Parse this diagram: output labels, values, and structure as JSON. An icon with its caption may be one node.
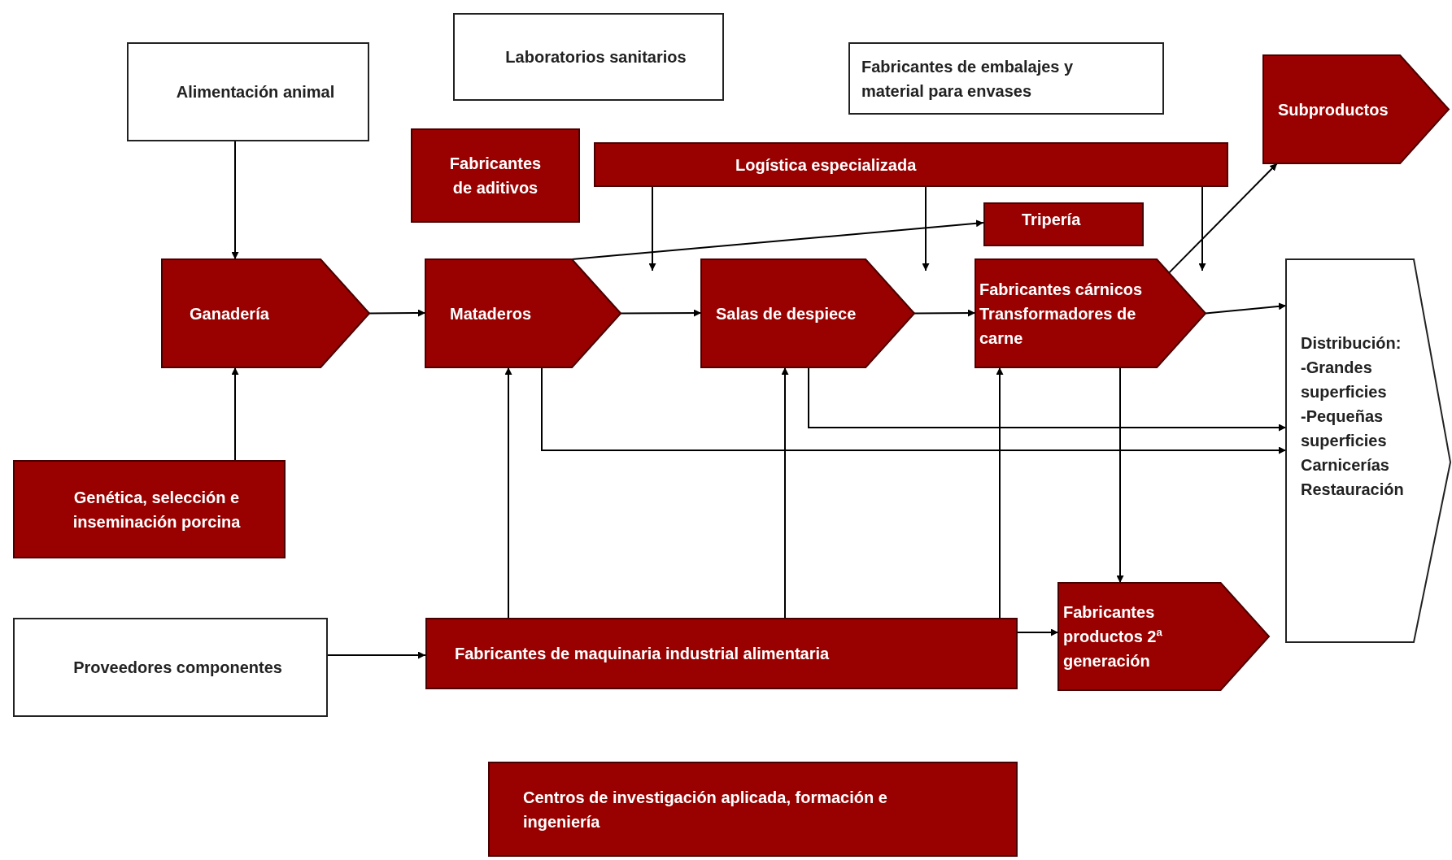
{
  "diagram": {
    "nodes": [
      {
        "text": [
          "Alimentación animal"
        ]
      },
      {
        "text": [
          "Laboratorios sanitarios"
        ]
      },
      {
        "text": [
          "Fabricantes de embalajes y material para envases"
        ]
      },
      {
        "text": [
          "Subproductos"
        ]
      },
      {
        "text": [
          "Fabricantes de aditivos"
        ]
      },
      {
        "text": [
          "Logística especializada"
        ]
      },
      {
        "text": [
          "Tripería"
        ]
      },
      {
        "text": [
          "Ganadería"
        ]
      },
      {
        "text": [
          "Mataderos"
        ]
      },
      {
        "text": [
          "Salas de despiece"
        ]
      },
      {
        "text": [
          "Fabricantes cárnicos",
          "Transformadores de carne"
        ]
      },
      {
        "text": [
          "Distribución:",
          "-Grandes superficies",
          "-Pequeñas superficies",
          "Carnicerías",
          "Restauración"
        ]
      },
      {
        "text": [
          "Genética, selección e inseminación porcina"
        ]
      },
      {
        "text": [
          "Proveedores componentes"
        ]
      },
      {
        "text": [
          "Fabricantes de maquinaria industrial alimentaria"
        ]
      },
      {
        "text": [
          "Fabricantes productos 2ª generación"
        ]
      },
      {
        "text": [
          "Centros de investigación aplicada, formación e ingeniería"
        ]
      }
    ],
    "edges": [
      {
        "from": 0,
        "to": 7,
        "arrow": "to"
      },
      {
        "from": 12,
        "to": 7,
        "arrow": "to"
      },
      {
        "from": 7,
        "to": 8,
        "arrow": "to"
      },
      {
        "from": 8,
        "to": 9,
        "arrow": "to"
      },
      {
        "from": 9,
        "to": 10,
        "arrow": "to"
      },
      {
        "from": 10,
        "to": 11,
        "arrow": "to"
      },
      {
        "from": 8,
        "to": 6,
        "arrow": "to"
      },
      {
        "from": 5,
        "to": null,
        "arrow": "to"
      },
      {
        "from": 5,
        "to": null,
        "arrow": "to"
      },
      {
        "from": 5,
        "to": 10,
        "arrow": "to"
      },
      {
        "from": 10,
        "to": 3,
        "arrow": "to"
      },
      {
        "from": 9,
        "to": 11,
        "arrow": "to"
      },
      {
        "from": 8,
        "to": 11,
        "arrow": "to"
      },
      {
        "from": 10,
        "to": 15,
        "arrow": "to"
      },
      {
        "from": 14,
        "to": 8,
        "arrow": "to"
      },
      {
        "from": 14,
        "to": 9,
        "arrow": "to"
      },
      {
        "from": 14,
        "to": 10,
        "arrow": "to"
      },
      {
        "from": 13,
        "to": 14,
        "arrow": "to"
      },
      {
        "from": 14,
        "to": 15,
        "arrow": "to"
      }
    ]
  }
}
